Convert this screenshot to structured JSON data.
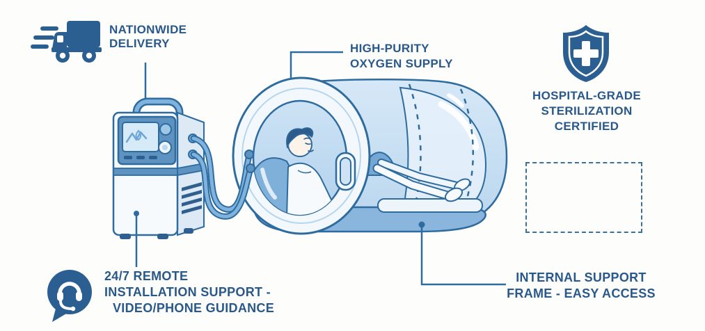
{
  "page": {
    "background": "#fdfdfc",
    "width": "1013",
    "height": "476"
  },
  "colors": {
    "label_text": "#29588a",
    "icon_blue": "#2b5f92",
    "outline_blue": "#2e6b9e",
    "mid_blue": "#5d92c1",
    "light_blue": "#cfe4f5",
    "pale_blue": "#eef5fb",
    "base_blue": "#8ab6de"
  },
  "callouts": {
    "delivery": {
      "icon": "delivery-truck-icon",
      "lines": [
        "NATIONWIDE",
        "DELIVERY"
      ]
    },
    "oxygen_supply": {
      "lines": [
        "HIGH-PURITY",
        "OXYGEN SUPPLY"
      ]
    },
    "sterilization": {
      "icon": "shield-cross-icon",
      "lines": [
        "HOSPITAL-GRADE",
        "STERILIZATION",
        "CERTIFIED"
      ]
    },
    "remote_support": {
      "icon": "headset-chat-icon",
      "lines": [
        "24/7 REMOTE",
        "INSTALLATION SUPPORT -",
        "VIDEO/PHONE GUIDANCE"
      ]
    },
    "internal_frame": {
      "lines": [
        "INTERNAL SUPPORT",
        "FRAME - EASY ACCESS"
      ]
    }
  },
  "illustration": {
    "subject": "hyperbaric oxygen chamber with reclining patient",
    "machine": "oxygen concentrator with display and tubes",
    "placeholder_box": "empty dashed rectangle"
  }
}
